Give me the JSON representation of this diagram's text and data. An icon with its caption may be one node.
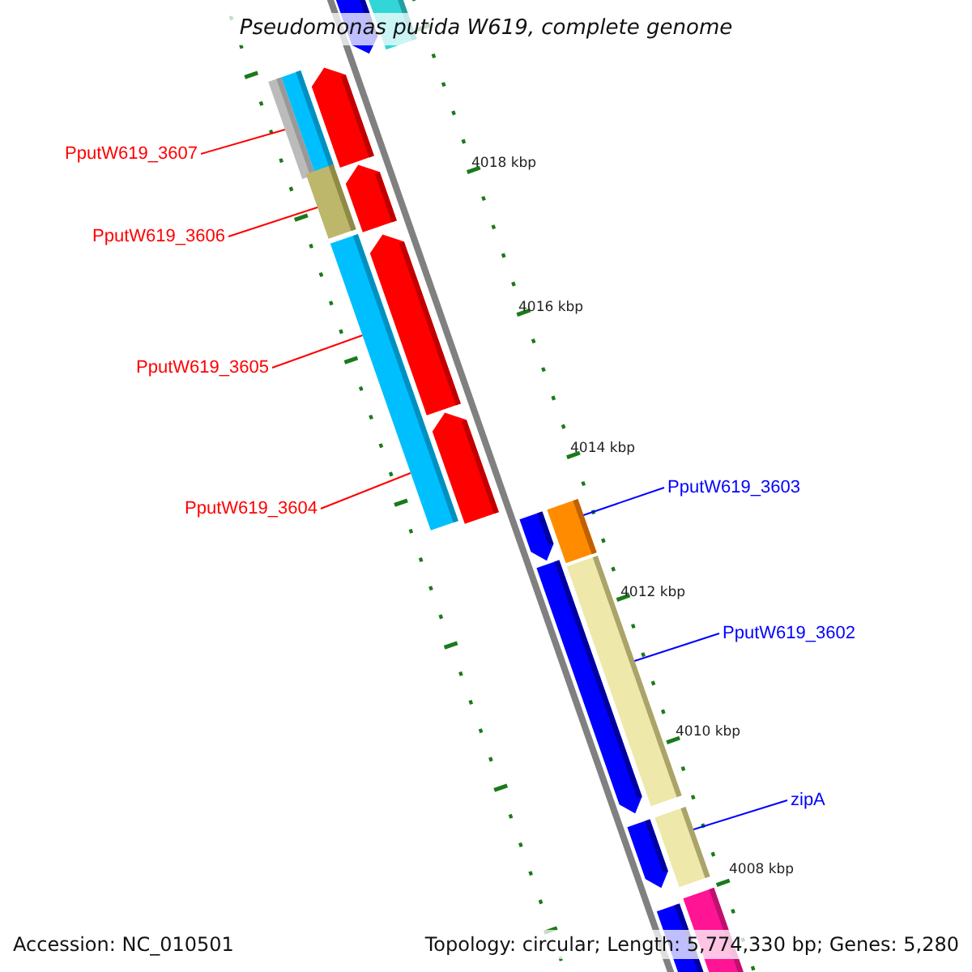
{
  "diagram": {
    "title": "Pseudomonas putida W619, complete genome",
    "nodes": [
      {
        "text": [
          "PputW619_3607"
        ]
      },
      {
        "text": [
          "PputW619_3606"
        ]
      },
      {
        "text": [
          "PputW619_3605"
        ]
      },
      {
        "text": [
          "PputW619_3604"
        ]
      },
      {
        "text": [
          "PputW619_3603"
        ]
      },
      {
        "text": [
          "PputW619_3602"
        ]
      },
      {
        "text": [
          "zipA"
        ]
      },
      {
        "text": [],
        "shape": "bar"
      },
      {
        "text": [],
        "shape": "bar"
      },
      {
        "text": [],
        "shape": "bar"
      },
      {
        "text": [],
        "shape": "bar"
      },
      {
        "text": [],
        "shape": "bar"
      },
      {
        "text": [],
        "shape": "bar"
      }
    ],
    "edges": [
      {
        "from": 0,
        "to": 7,
        "arrow": "none"
      },
      {
        "from": 1,
        "to": 8,
        "arrow": "none"
      },
      {
        "from": 2,
        "to": 9,
        "arrow": "none"
      },
      {
        "from": 3,
        "to": 9,
        "arrow": "none"
      },
      {
        "from": 4,
        "to": 10,
        "arrow": "none",
        "color": "#0000ff"
      },
      {
        "from": 5,
        "to": 11,
        "arrow": "none",
        "color": "#0000ff"
      },
      {
        "from": 6,
        "to": 12,
        "arrow": "none",
        "color": "#0000ff"
      }
    ],
    "labels": [
      "4018 kbp",
      "4016 kbp",
      "4014 kbp",
      "4012 kbp",
      "4010 kbp",
      "4008 kbp",
      "Accession: NC_010501",
      "Topology: circular; Length: 5,774,330 bp; Genes: 5,280"
    ]
  }
}
